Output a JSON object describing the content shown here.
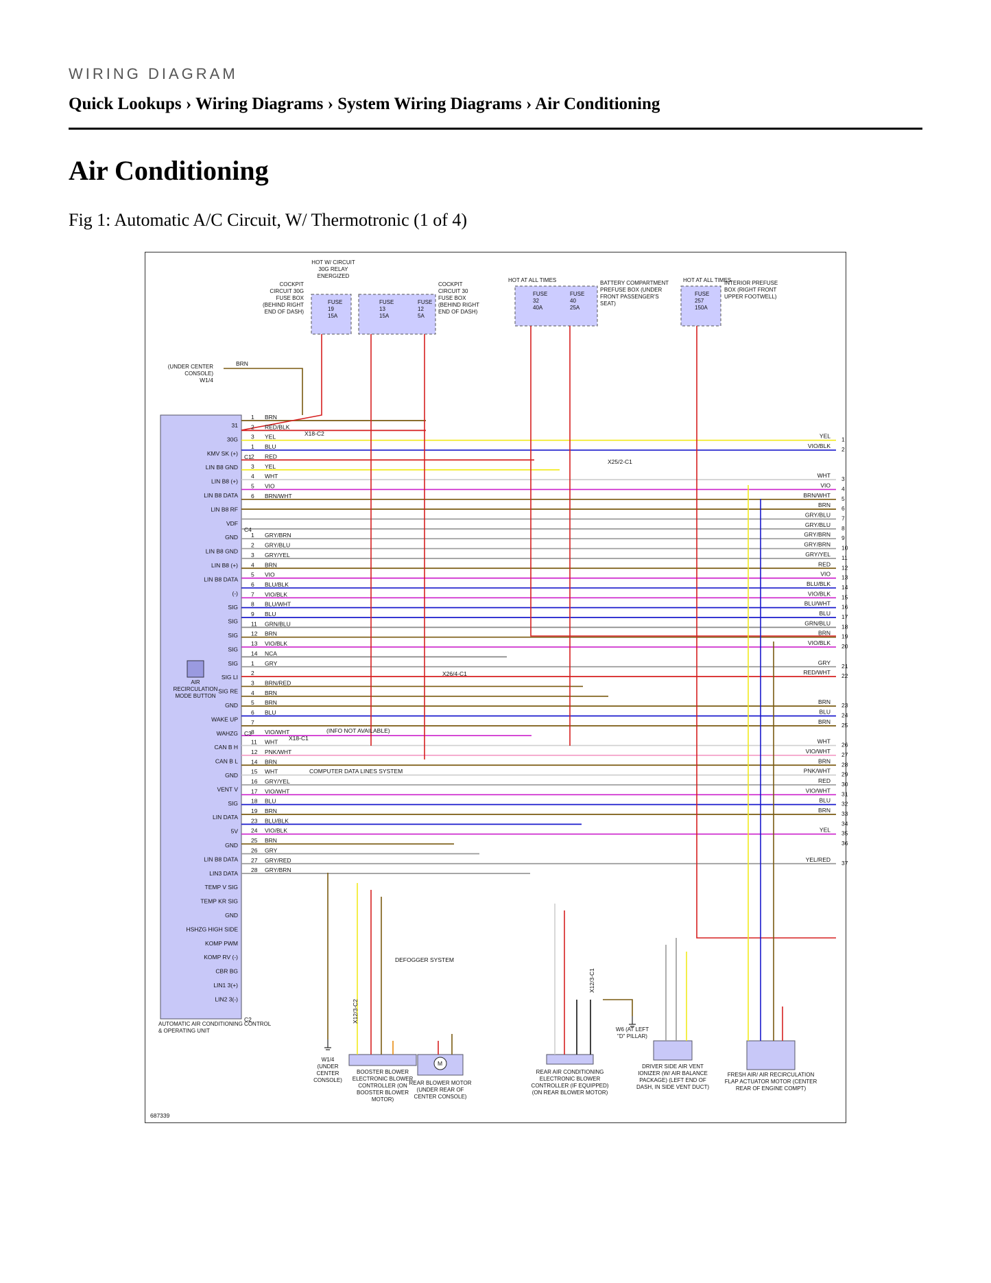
{
  "header": {
    "eyebrow": "WIRING DIAGRAM",
    "breadcrumb": "Quick Lookups › Wiring Diagrams › System Wiring Diagrams › Air Conditioning",
    "title": "Air Conditioning",
    "caption": "Fig 1: Automatic A/C Circuit, W/ Thermotronic (1 of 4)"
  },
  "diagram": {
    "figure_id": "687339",
    "fuses": {
      "relay_label": "HOT W/ CIRCUIT 30G RELAY ENERGIZED",
      "hot_at_all_times_label": "HOT AT ALL TIMES",
      "cockpit_30g": "COCKPIT CIRCUIT 30G FUSE BOX (BEHIND RIGHT END OF DASH)",
      "cockpit_30": "COCKPIT CIRCUIT 30 FUSE BOX (BEHIND RIGHT END OF DASH)",
      "battery_compartment": "BATTERY COMPARTMENT PREFUSE BOX (UNDER FRONT PASSENGER'S SEAT)",
      "interior_prefuse": "INTERIOR PREFUSE BOX (RIGHT FRONT UPPER FOOTWELL)",
      "items": [
        {
          "name": "FUSE",
          "number": "19",
          "rating": "15A"
        },
        {
          "name": "FUSE",
          "number": "13",
          "rating": "15A"
        },
        {
          "name": "FUSE",
          "number": "12",
          "rating": "5A"
        },
        {
          "name": "FUSE",
          "number": "32",
          "rating": "40A"
        },
        {
          "name": "FUSE",
          "number": "40",
          "rating": "25A"
        },
        {
          "name": "FUSE",
          "number": "257",
          "rating": "150A"
        }
      ]
    },
    "ground_top": {
      "label": "(UNDER CENTER CONSOLE)",
      "id": "W1/4",
      "wire": "BRN"
    },
    "control_unit": {
      "name": "AUTOMATIC AIR CONDITIONING CONTROL & OPERATING UNIT",
      "button_label": "AIR RECIRCULATION MODE BUTTON",
      "pin_labels": [
        "31",
        "30G",
        "KMV SK (+)",
        "LIN B8 GND",
        "LIN B8 (+)",
        "LIN B8 DATA",
        "LIN B8 RF",
        "VDF",
        "GND",
        "LIN B8 GND",
        "LIN B8 (+)",
        "LIN B8 DATA",
        "(-)",
        "SIG",
        "SIG",
        "SIG",
        "SIG",
        "SIG",
        "SIG LI",
        "SIG RE",
        "GND",
        "WAKE UP",
        "WAHZG",
        "CAN B H",
        "CAN B L",
        "GND",
        "VENT V",
        "SIG",
        "LIN DATA",
        "5V",
        "GND",
        "LIN B8 DATA",
        "LIN3 DATA",
        "TEMP V SIG",
        "TEMP KR SIG",
        "GND",
        "HSHZG HIGH SIDE",
        "KOMP PWM",
        "KOMP RV (-)",
        "CBR BG",
        "LIN1 3(+)",
        "LIN2 3(-)"
      ],
      "connectors": [
        "C1",
        "C4",
        "C3",
        "C2"
      ]
    },
    "wire_rows": [
      {
        "pin": "1",
        "color": "BRN",
        "right": "",
        "num": ""
      },
      {
        "pin": "2",
        "color": "RED/BLK",
        "right": "",
        "num": ""
      },
      {
        "pin": "3",
        "color": "YEL",
        "right": "YEL",
        "num": "1"
      },
      {
        "pin": "1",
        "color": "BLU",
        "right": "VIO/BLK",
        "num": "2"
      },
      {
        "pin": "2",
        "color": "RED",
        "right": "",
        "num": ""
      },
      {
        "pin": "3",
        "color": "YEL",
        "right": "",
        "num": ""
      },
      {
        "pin": "4",
        "color": "WHT",
        "right": "WHT",
        "num": "3"
      },
      {
        "pin": "5",
        "color": "VIO",
        "right": "VIO",
        "num": "4"
      },
      {
        "pin": "6",
        "color": "BRN/WHT",
        "right": "BRN/WHT",
        "num": "5"
      },
      {
        "pin": "",
        "color": "",
        "right": "BRN",
        "num": "6"
      },
      {
        "pin": "",
        "color": "",
        "right": "GRY/BLU",
        "num": "7"
      },
      {
        "pin": "",
        "color": "",
        "right": "GRY/BLU",
        "num": "8"
      },
      {
        "pin": "1",
        "color": "GRY/BRN",
        "right": "GRY/BRN",
        "num": "9"
      },
      {
        "pin": "2",
        "color": "GRY/BLU",
        "right": "GRY/BRN",
        "num": "10"
      },
      {
        "pin": "3",
        "color": "GRY/YEL",
        "right": "GRY/YEL",
        "num": "11"
      },
      {
        "pin": "4",
        "color": "BRN",
        "right": "RED",
        "num": "12"
      },
      {
        "pin": "5",
        "color": "VIO",
        "right": "VIO",
        "num": "13"
      },
      {
        "pin": "6",
        "color": "BLU/BLK",
        "right": "BLU/BLK",
        "num": "14"
      },
      {
        "pin": "7",
        "color": "VIO/BLK",
        "right": "VIO/BLK",
        "num": "15"
      },
      {
        "pin": "8",
        "color": "BLU/WHT",
        "right": "BLU/WHT",
        "num": "16"
      },
      {
        "pin": "9",
        "color": "BLU",
        "right": "BLU",
        "num": "17"
      },
      {
        "pin": "11",
        "color": "GRN/BLU",
        "right": "GRN/BLU",
        "num": "18"
      },
      {
        "pin": "12",
        "color": "BRN",
        "right": "BRN",
        "num": "19"
      },
      {
        "pin": "13",
        "color": "VIO/BLK",
        "right": "VIO/BLK",
        "num": "20"
      },
      {
        "pin": "14",
        "color": "NCA",
        "right": "",
        "num": ""
      },
      {
        "pin": "1",
        "color": "GRY",
        "right": "GRY",
        "num": "21"
      },
      {
        "pin": "2",
        "color": "",
        "right": "RED/WHT",
        "num": "22"
      },
      {
        "pin": "3",
        "color": "BRN/RED",
        "right": "",
        "num": ""
      },
      {
        "pin": "4",
        "color": "BRN",
        "right": "",
        "num": ""
      },
      {
        "pin": "5",
        "color": "BRN",
        "right": "BRN",
        "num": "23"
      },
      {
        "pin": "6",
        "color": "BLU",
        "right": "BLU",
        "num": "24"
      },
      {
        "pin": "7",
        "color": "",
        "right": "BRN",
        "num": "25"
      },
      {
        "pin": "8",
        "color": "VIO/WHT",
        "right": "",
        "num": ""
      },
      {
        "pin": "11",
        "color": "WHT",
        "right": "WHT",
        "num": "26"
      },
      {
        "pin": "12",
        "color": "PNK/WHT",
        "right": "VIO/WHT",
        "num": "27"
      },
      {
        "pin": "14",
        "color": "BRN",
        "right": "BRN",
        "num": "28"
      },
      {
        "pin": "15",
        "color": "WHT",
        "right": "PNK/WHT",
        "num": "29"
      },
      {
        "pin": "16",
        "color": "GRY/YEL",
        "right": "RED",
        "num": "30"
      },
      {
        "pin": "17",
        "color": "VIO/WHT",
        "right": "VIO/WHT",
        "num": "31"
      },
      {
        "pin": "18",
        "color": "BLU",
        "right": "BLU",
        "num": "32"
      },
      {
        "pin": "19",
        "color": "BRN",
        "right": "BRN",
        "num": "33"
      },
      {
        "pin": "23",
        "color": "BLU/BLK",
        "right": "",
        "num": "34"
      },
      {
        "pin": "24",
        "color": "VIO/BLK",
        "right": "YEL",
        "num": "35"
      },
      {
        "pin": "25",
        "color": "BRN",
        "right": "",
        "num": "36"
      },
      {
        "pin": "26",
        "color": "GRY",
        "right": "",
        "num": ""
      },
      {
        "pin": "27",
        "color": "GRY/RED",
        "right": "YEL/RED",
        "num": "37"
      },
      {
        "pin": "28",
        "color": "GRY/BRN",
        "right": "",
        "num": ""
      }
    ],
    "connector_labels": [
      "X18-C2",
      "X25/2-C1",
      "X26/4-C1",
      "X18-C1",
      "X12/3-C2",
      "X12/3-C1"
    ],
    "notes": {
      "info_not_available": "(INFO NOT AVAILABLE)",
      "computer_data_lines": "COMPUTER DATA LINES SYSTEM",
      "defogger": "DEFOGGER SYSTEM"
    },
    "components": {
      "ground_bottom": "W1/4 (UNDER CENTER CONSOLE)",
      "booster": "BOOSTER BLOWER ELECTRONIC BLOWER CONTROLLER (ON BOOSTER BLOWER MOTOR)",
      "rear_motor": "REAR BLOWER MOTOR (UNDER REAR OF CENTER CONSOLE)",
      "rear_controller": "REAR AIR CONDITIONING ELECTRONIC BLOWER CONTROLLER (IF EQUIPPED) (ON REAR BLOWER MOTOR)",
      "ground_w6": "W6 (AT LEFT \"D\" PILLAR)",
      "ionizer": "DRIVER SIDE AIR VENT IONIZER (W/ AIR BALANCE PACKAGE) (LEFT END OF DASH, IN SIDE VENT DUCT)",
      "flap_actuator": "FRESH AIR/ AIR RECIRCULATION FLAP ACTUATOR MOTOR (CENTER REAR OF ENGINE COMPT)",
      "motor_symbol": "M"
    },
    "colors": {
      "BRN": "#7a5a10",
      "RED": "#d62020",
      "YEL": "#f2ea1c",
      "BLU": "#1a1acc",
      "VIO": "#cc22cc",
      "WHT": "#cfcfcf",
      "GRY": "#9a9a9a",
      "PNK": "#f4a0c8",
      "ORG": "#e88a10",
      "BLK": "#111111",
      "module_fill": "#c8c8f8",
      "fuse_fill": "#ccccff"
    }
  }
}
